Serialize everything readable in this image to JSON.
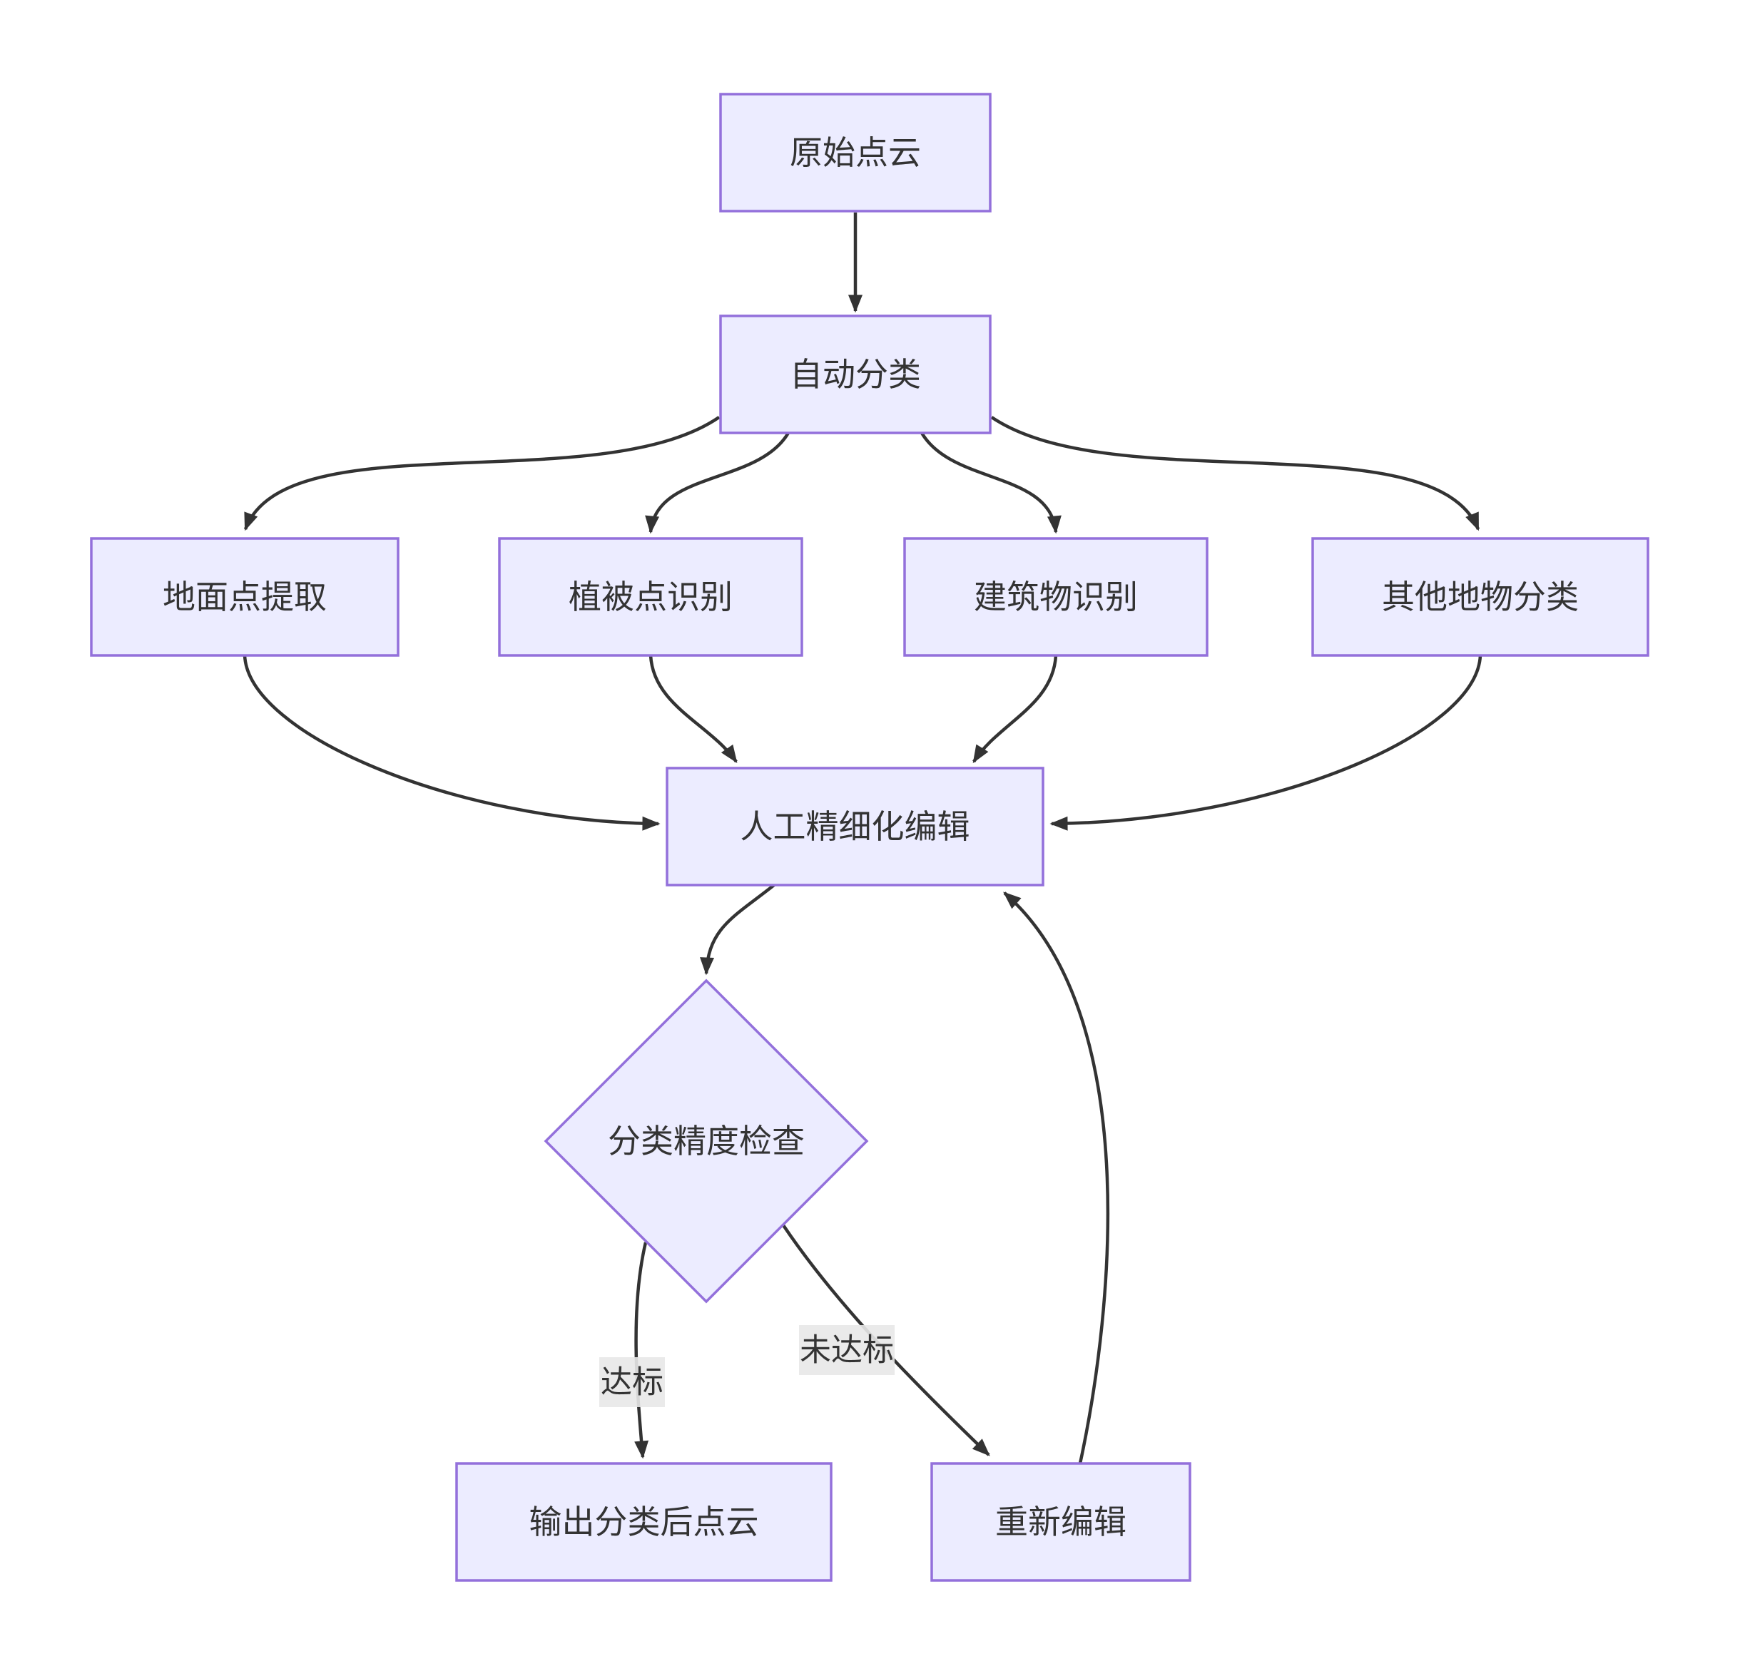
{
  "diagram": {
    "type": "flowchart",
    "direction": "top-down",
    "background": "#ffffff",
    "node_fill": "#ECECFF",
    "node_stroke": "#9370DB",
    "node_text_color": "#333333",
    "edge_color": "#333333",
    "edge_label_bg": "#e8e8e8",
    "edge_label_text_color": "#333333",
    "nodes": [
      {
        "id": "raw-point-cloud",
        "label": "原始点云",
        "shape": "rect"
      },
      {
        "id": "auto-classification",
        "label": "自动分类",
        "shape": "rect"
      },
      {
        "id": "ground-point-extraction",
        "label": "地面点提取",
        "shape": "rect"
      },
      {
        "id": "vegetation-point-recognition",
        "label": "植被点识别",
        "shape": "rect"
      },
      {
        "id": "building-recognition",
        "label": "建筑物识别",
        "shape": "rect"
      },
      {
        "id": "other-feature-classification",
        "label": "其他地物分类",
        "shape": "rect"
      },
      {
        "id": "manual-refined-editing",
        "label": "人工精细化编辑",
        "shape": "rect"
      },
      {
        "id": "accuracy-check",
        "label": "分类精度检查",
        "shape": "diamond"
      },
      {
        "id": "output-classified-point-cloud",
        "label": "输出分类后点云",
        "shape": "rect"
      },
      {
        "id": "re-edit",
        "label": "重新编辑",
        "shape": "rect"
      }
    ],
    "edges": [
      {
        "from": "raw-point-cloud",
        "to": "auto-classification",
        "label": ""
      },
      {
        "from": "auto-classification",
        "to": "ground-point-extraction",
        "label": ""
      },
      {
        "from": "auto-classification",
        "to": "vegetation-point-recognition",
        "label": ""
      },
      {
        "from": "auto-classification",
        "to": "building-recognition",
        "label": ""
      },
      {
        "from": "auto-classification",
        "to": "other-feature-classification",
        "label": ""
      },
      {
        "from": "ground-point-extraction",
        "to": "manual-refined-editing",
        "label": ""
      },
      {
        "from": "vegetation-point-recognition",
        "to": "manual-refined-editing",
        "label": ""
      },
      {
        "from": "building-recognition",
        "to": "manual-refined-editing",
        "label": ""
      },
      {
        "from": "other-feature-classification",
        "to": "manual-refined-editing",
        "label": ""
      },
      {
        "from": "manual-refined-editing",
        "to": "accuracy-check",
        "label": ""
      },
      {
        "from": "accuracy-check",
        "to": "output-classified-point-cloud",
        "label": "达标"
      },
      {
        "from": "accuracy-check",
        "to": "re-edit",
        "label": "未达标"
      },
      {
        "from": "re-edit",
        "to": "manual-refined-editing",
        "label": ""
      }
    ]
  }
}
